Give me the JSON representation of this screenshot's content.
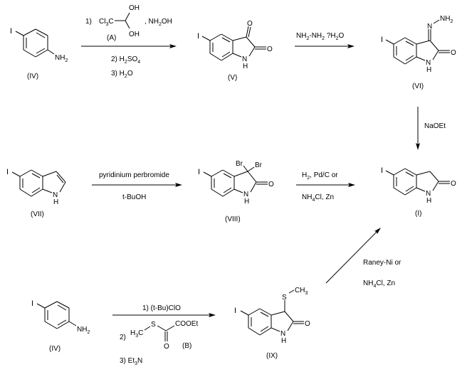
{
  "title": "Synthesis routes to 5-iodooxindole (I)",
  "compounds": {
    "IV_top": {
      "label": "(IV)",
      "substituent": "I",
      "amine": "NH",
      "amine_sub": "2"
    },
    "V": {
      "label": "(V)",
      "substituent": "I",
      "o1": "O",
      "o2": "O",
      "n": "N",
      "h": "H"
    },
    "VI": {
      "label": "(VI)",
      "substituent": "I",
      "hz_n": "N",
      "hz_nh": "NH",
      "hz_sub": "2",
      "o": "O",
      "n": "N",
      "h": "H"
    },
    "VII": {
      "label": "(VII)",
      "substituent": "I",
      "n": "N",
      "h": "H"
    },
    "VIII": {
      "label": "(VIII)",
      "substituent": "I",
      "br1": "Br",
      "br2": "Br",
      "o": "O",
      "n": "N",
      "h": "H"
    },
    "I": {
      "label": "(I)",
      "substituent": "I",
      "o": "O",
      "n": "N",
      "h": "H"
    },
    "IV_bot": {
      "label": "(IV)",
      "substituent": "I",
      "amine": "NH",
      "amine_sub": "2"
    },
    "IX": {
      "label": "(IX)",
      "substituent": "I",
      "s": "S",
      "ch": "CH",
      "ch_sub": "3",
      "o": "O",
      "n": "N",
      "h": "H"
    }
  },
  "reactions": {
    "r1": {
      "step1_prefix": "1)",
      "reagent_A": {
        "cl": "Cl",
        "cl_sub": "3",
        "c": "C",
        "oh_top": "OH",
        "oh_bot": "OH",
        "label": "(A)"
      },
      "step1_extra": ", NH",
      "step1_extra_sub": "2",
      "step1_extra_tail": "OH",
      "step2": {
        "prefix": "2) H",
        "sub1": "2",
        "mid": "SO",
        "sub2": "4"
      },
      "step3": {
        "prefix": "3) H",
        "sub1": "2",
        "tail": "O"
      }
    },
    "r2": {
      "a": "NH",
      "a_sub": "2",
      "b": "-NH",
      "b_sub": "2",
      "c": " ?H",
      "c_sub": "2",
      "d": "O"
    },
    "r3": {
      "label": "NaOEt"
    },
    "r4": {
      "above": "pyridinium perbromide",
      "below": "t-BuOH"
    },
    "r5": {
      "above_a": "H",
      "above_sub": "2",
      "above_b": ", Pd/C or",
      "below_a": "NH",
      "below_sub": "4",
      "below_b": "Cl, Zn"
    },
    "r6": {
      "step1": "1) (t-Bu)ClO",
      "step2_prefix": "2)",
      "reagent_B": {
        "h": "H",
        "h_sub": "3",
        "c": "C",
        "s": "S",
        "cooet": "COOEt",
        "o": "O",
        "label": "(B)"
      },
      "step3": {
        "prefix": "3) Et",
        "sub": "3",
        "tail": "N"
      }
    },
    "r7": {
      "line1": "Raney-Ni or",
      "line2_a": "NH",
      "line2_sub": "4",
      "line2_b": "Cl, Zn"
    }
  }
}
